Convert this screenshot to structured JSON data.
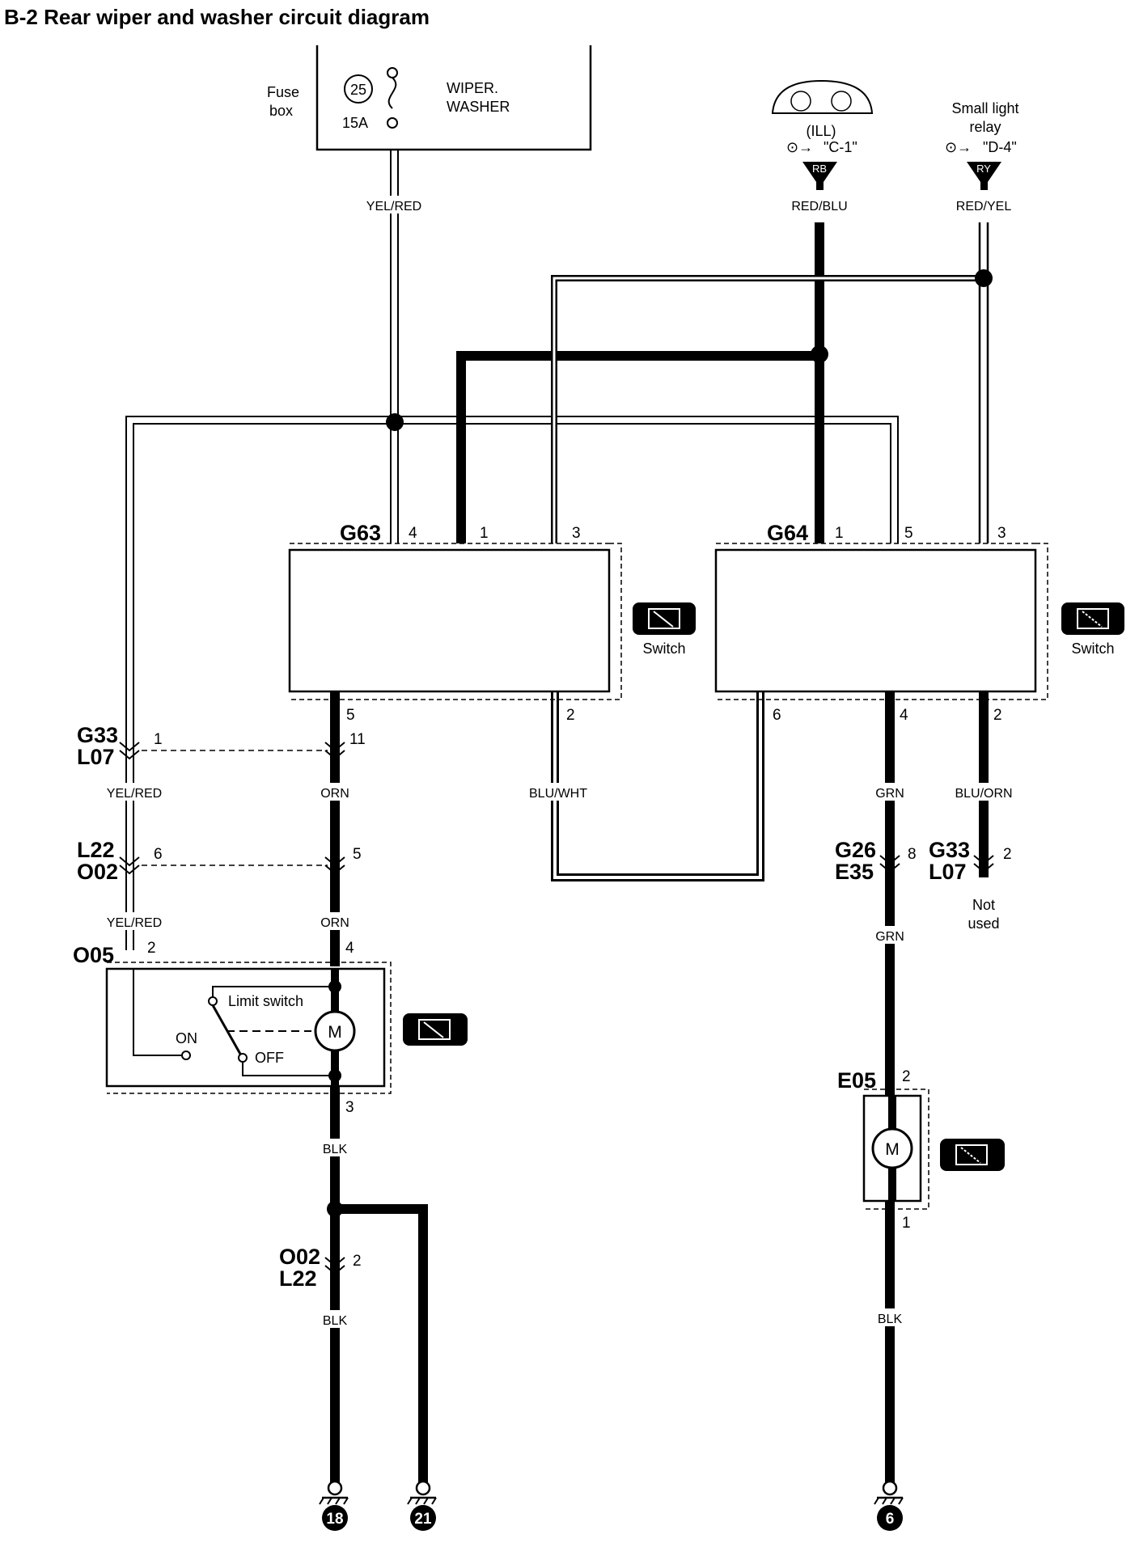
{
  "title": "B-2 Rear wiper and washer circuit diagram",
  "fuse_box": {
    "label_line1": "Fuse",
    "label_line2": "box",
    "number": "25",
    "rating": "15A",
    "circuit_line1": "WIPER.",
    "circuit_line2": "WASHER"
  },
  "sources": {
    "ill_label": "(ILL)",
    "ill_ref": "\"C-1\"",
    "ill_connector": "RB",
    "relay_line1": "Small light",
    "relay_line2": "relay",
    "relay_ref": "\"D-4\"",
    "relay_connector": "RY"
  },
  "wires": {
    "yel_red_top": "YEL/RED",
    "red_blu": "RED/BLU",
    "red_yel": "RED/YEL",
    "yel_red_1": "YEL/RED",
    "yel_red_2": "YEL/RED",
    "orn_1": "ORN",
    "orn_2": "ORN",
    "blu_wht": "BLU/WHT",
    "grn_1": "GRN",
    "grn_2": "GRN",
    "blu_orn": "BLU/ORN",
    "blk_1": "BLK",
    "blk_2": "BLK",
    "blk_3": "BLK"
  },
  "connectors": {
    "g63": "G63",
    "g64": "G64",
    "g33_l": "G33",
    "l07_l": "L07",
    "l22": "L22",
    "o02_l": "O02",
    "o05": "O05",
    "o02_b": "O02",
    "l22_b": "L22",
    "g26": "G26",
    "e35": "E35",
    "g33_r": "G33",
    "l07_r": "L07",
    "e05": "E05"
  },
  "pins": {
    "g63_4": "4",
    "g63_1": "1",
    "g63_3": "3",
    "g63_5": "5",
    "g63_2": "2",
    "g64_1": "1",
    "g64_5": "5",
    "g64_3": "3",
    "g64_6": "6",
    "g64_4": "4",
    "g64_2": "2",
    "g33_1": "1",
    "l07_11": "11",
    "l22_6": "6",
    "o02_5": "5",
    "o05_2": "2",
    "o05_4": "4",
    "o05_3": "3",
    "o02_2": "2",
    "g26_8": "8",
    "g33_2": "2",
    "e05_2": "2",
    "e05_1": "1"
  },
  "components": {
    "switch_1": "Switch",
    "switch_2": "Switch",
    "limit_switch": "Limit switch",
    "on": "ON",
    "off": "OFF",
    "motor_1": "M",
    "motor_2": "M",
    "not_used_line1": "Not",
    "not_used_line2": "used"
  },
  "grounds": [
    "18",
    "21",
    "6"
  ]
}
